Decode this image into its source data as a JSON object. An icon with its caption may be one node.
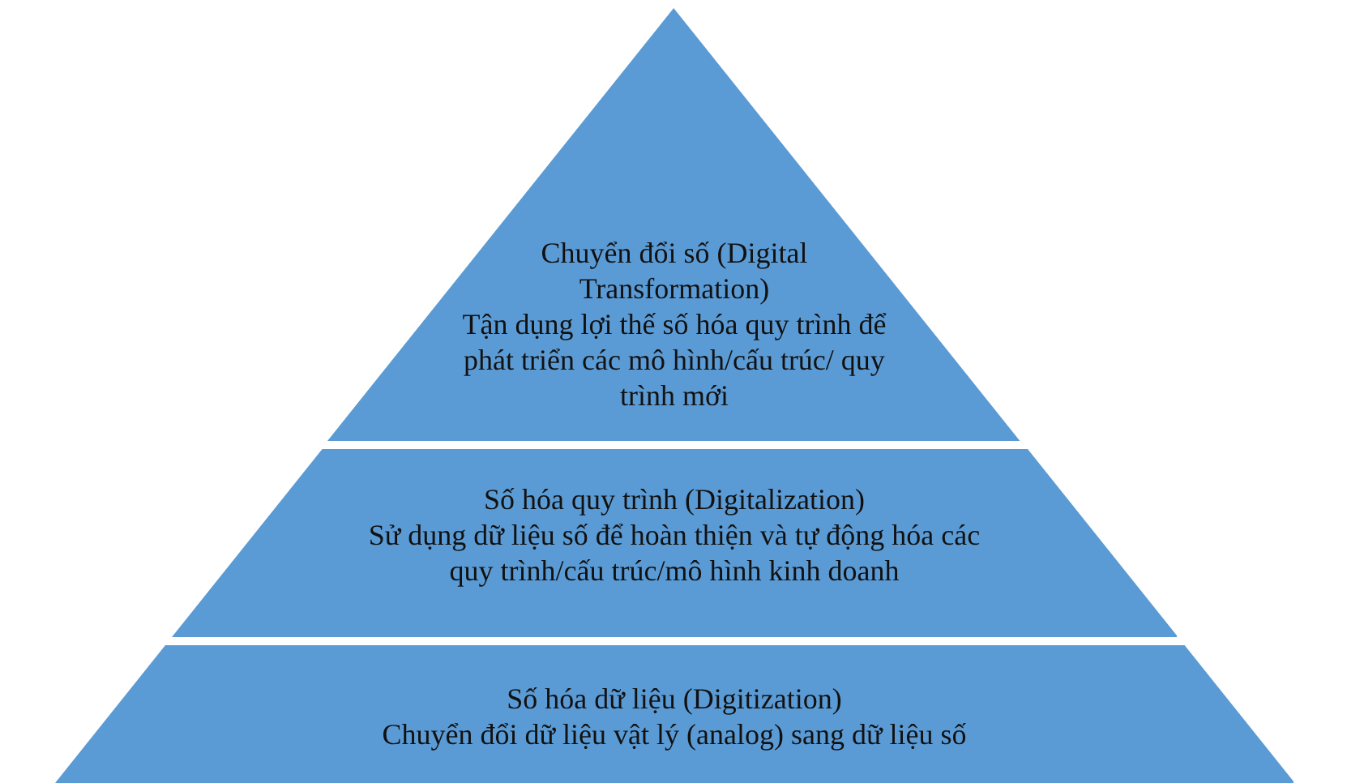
{
  "diagram": {
    "nodes": [
      {
        "text": [
          "Chuyển đổi số (Digital Transformation)",
          "Tận dụng lợi thế số hóa quy trình để phát triển các mô hình/cấu trúc/ quy trình mới"
        ]
      },
      {
        "text": [
          "Số hóa quy trình (Digitalization)",
          "Sử dụng dữ liệu số để hoàn thiện và tự động hóa các quy trình/cấu trúc/mô hình kinh doanh"
        ]
      },
      {
        "text": [
          "Số hóa dữ liệu (Digitization)",
          "Chuyển đổi dữ liệu vật lý (analog) sang dữ liệu số"
        ]
      }
    ]
  }
}
